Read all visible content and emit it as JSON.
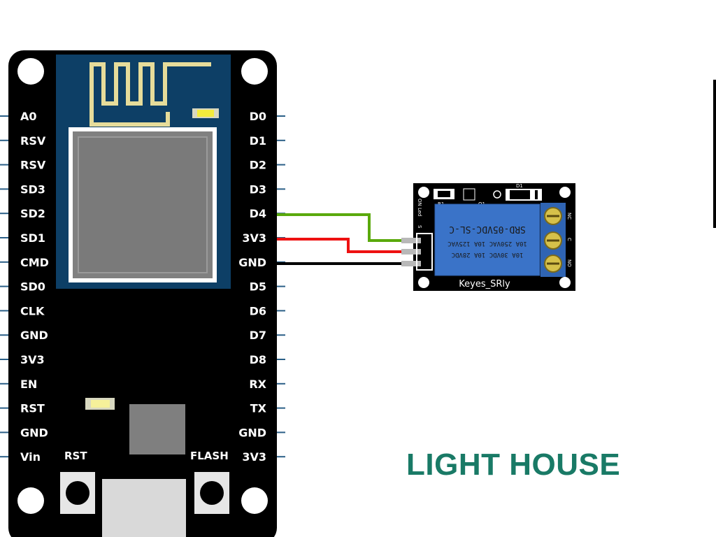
{
  "board": {
    "left_pins": [
      "A0",
      "RSV",
      "RSV",
      "SD3",
      "SD2",
      "SD1",
      "CMD",
      "SD0",
      "CLK",
      "GND",
      "3V3",
      "EN",
      "RST",
      "GND",
      "Vin"
    ],
    "right_pins": [
      "D0",
      "D1",
      "D2",
      "D3",
      "D4",
      "3V3",
      "GND",
      "D5",
      "D6",
      "D7",
      "D8",
      "RX",
      "TX",
      "GND",
      "3V3"
    ],
    "rst_label": "RST",
    "flash_label": "FLASH"
  },
  "relay": {
    "model_text": "SRD-05VDC-SL-C",
    "rating_lines": [
      "10A 250VAC  10A 125VAC",
      "10A 30VDC  10A 28VDC"
    ],
    "brand": "Keyes_SRly",
    "led_label": "ON Led",
    "pin_label": "S",
    "terminals": [
      "NC",
      "C",
      "NO"
    ],
    "r1_label": "R1",
    "q1_label": "Q1",
    "d1_label": "D1"
  },
  "wires": [
    {
      "from": "D4",
      "color": "#5aa90c"
    },
    {
      "from": "3V3",
      "color": "#ee1111"
    },
    {
      "from": "GND",
      "color": "#000000"
    }
  ],
  "title": "LIGHT HOUSE",
  "colors": {
    "board": "#000000",
    "module": "#0d3f66",
    "relay": "#3a73c8",
    "title": "#197a66"
  }
}
